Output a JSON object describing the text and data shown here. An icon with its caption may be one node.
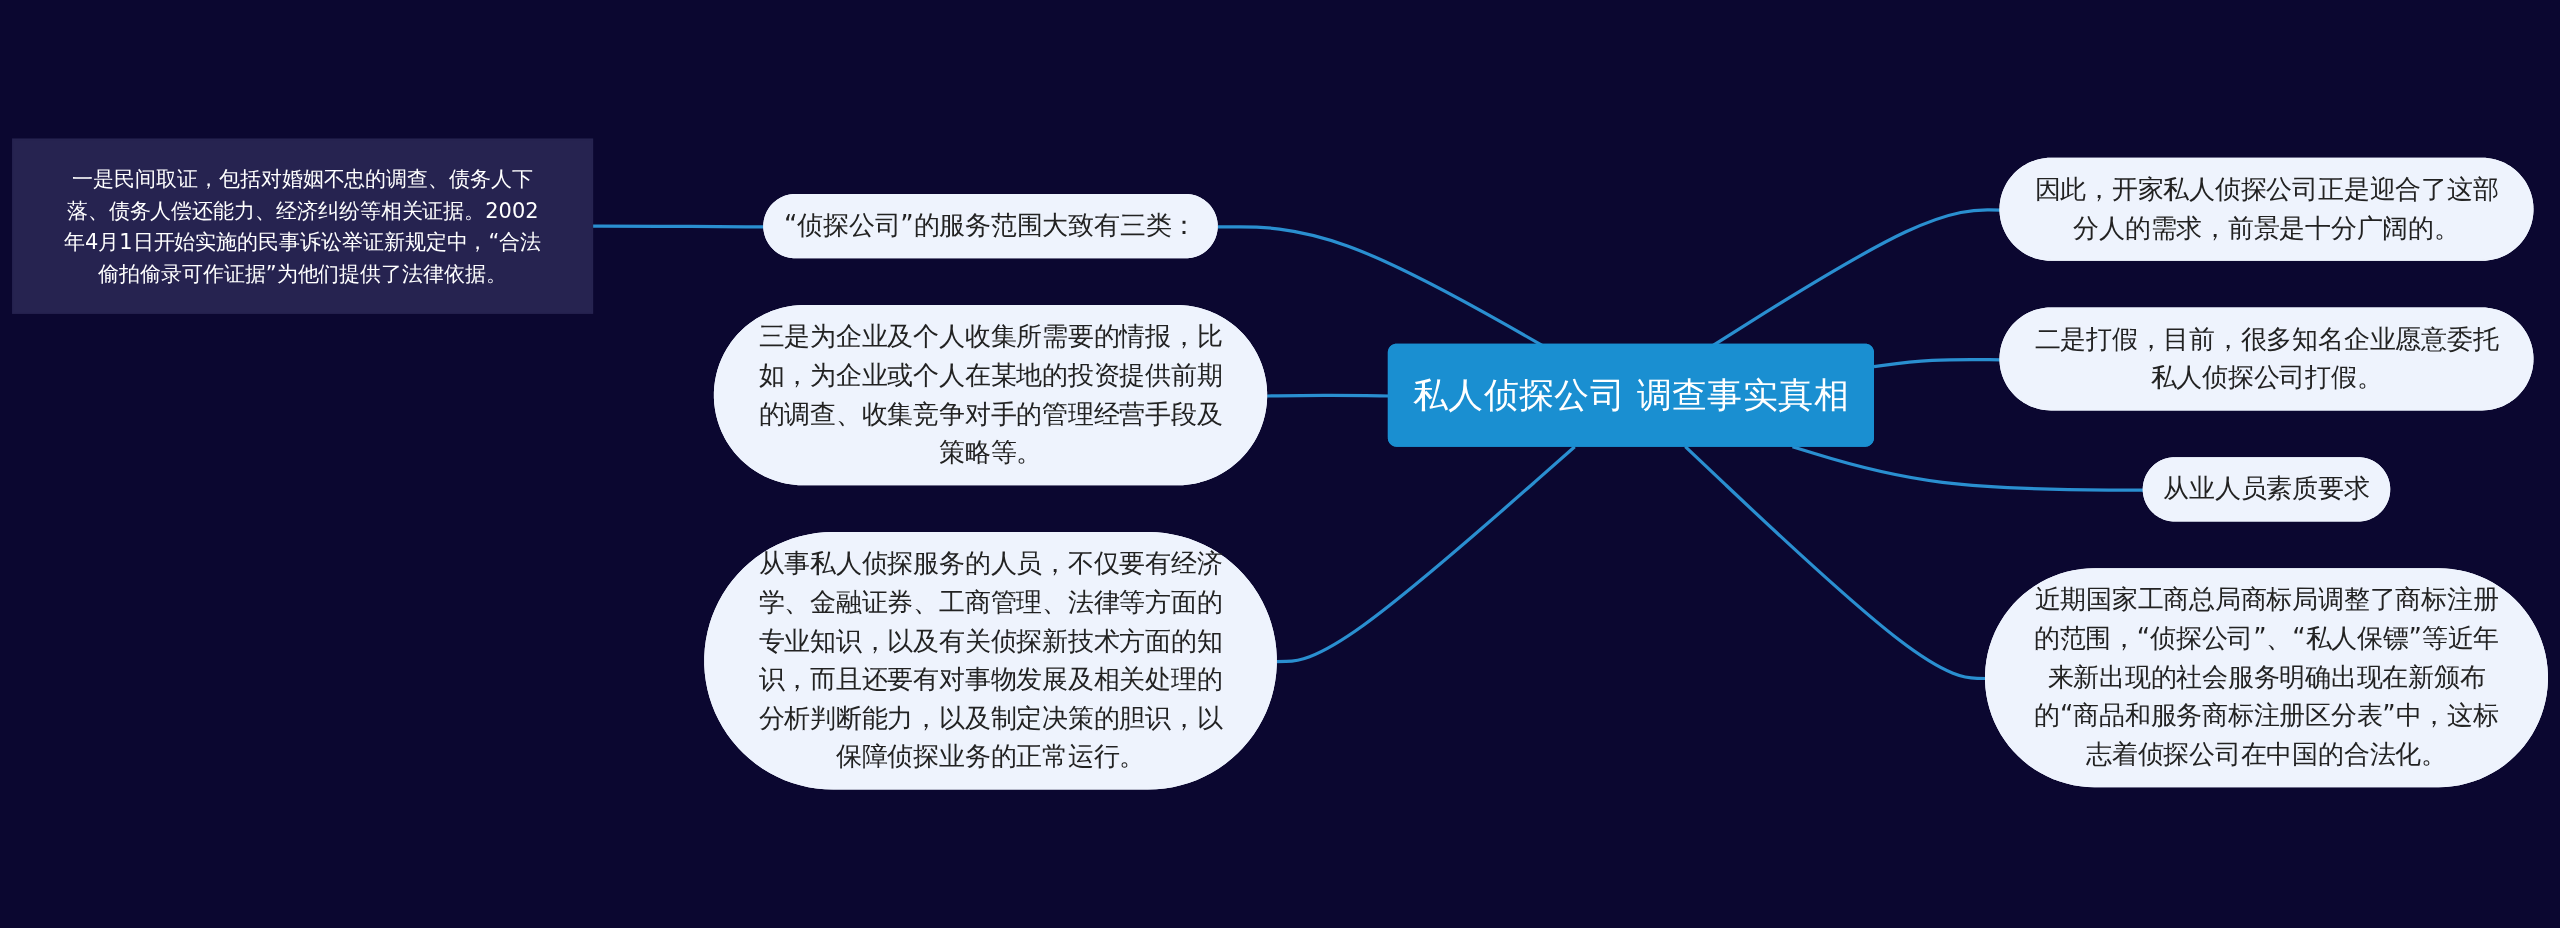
{
  "diagram": {
    "nodes": [
      {
        "text": [
          "私人侦探公司 调查事实真相"
        ]
      },
      {
        "text": [
          "“侦探公司”的服务范围大致有三类："
        ]
      },
      {
        "text": [
          "一是民间取证，包括对婚姻不忠的调查、债务人下落、债务人偿还能力、经济纠纷等相关证据。2002年4月1日开始实施的民事诉讼举证新规定中，“合法偷拍偷录可作证据”为他们提供了法律依据。"
        ]
      },
      {
        "text": [
          "三是为企业及个人收集所需要的情报，比如，为企业或个人在某地的投资提供前期的调查、收集竞争对手的管理经营手段及策略等。"
        ]
      },
      {
        "text": [
          "从事私人侦探服务的人员，不仅要有经济学、金融证券、工商管理、法律等方面的专业知识，以及有关侦探新技术方面的知识，而且还要有对事物发展及相关处理的分析判断能力，以及制定决策的胆识，以保障侦探业务的正常运行。"
        ]
      },
      {
        "text": [
          "因此，开家私人侦探公司正是迎合了这部分人的需求，前景是十分广阔的。"
        ]
      },
      {
        "text": [
          "二是打假，目前，很多知名企业愿意委托私人侦探公司打假。"
        ]
      },
      {
        "text": [
          "从业人员素质要求"
        ]
      },
      {
        "text": [
          "近期国家工商总局商标局调整了商标注册的范围，“侦探公司”、“私人保镖”等近年来新出现的社会服务明确出现在新颁布的“商品和服务商标注册区分表”中，这标志着侦探公司在中国的合法化。"
        ]
      }
    ],
    "edges": [
      {
        "from": 2,
        "to": 1,
        "arrow": "none"
      },
      {
        "from": 1,
        "to": 0,
        "arrow": "none"
      },
      {
        "from": 3,
        "to": 0,
        "arrow": "none"
      },
      {
        "from": 4,
        "to": 0,
        "arrow": "none"
      },
      {
        "from": 0,
        "to": 5,
        "arrow": "none"
      },
      {
        "from": 0,
        "to": 6,
        "arrow": "none"
      },
      {
        "from": 0,
        "to": 7,
        "arrow": "none"
      },
      {
        "from": 0,
        "to": 8,
        "arrow": "none"
      }
    ]
  }
}
